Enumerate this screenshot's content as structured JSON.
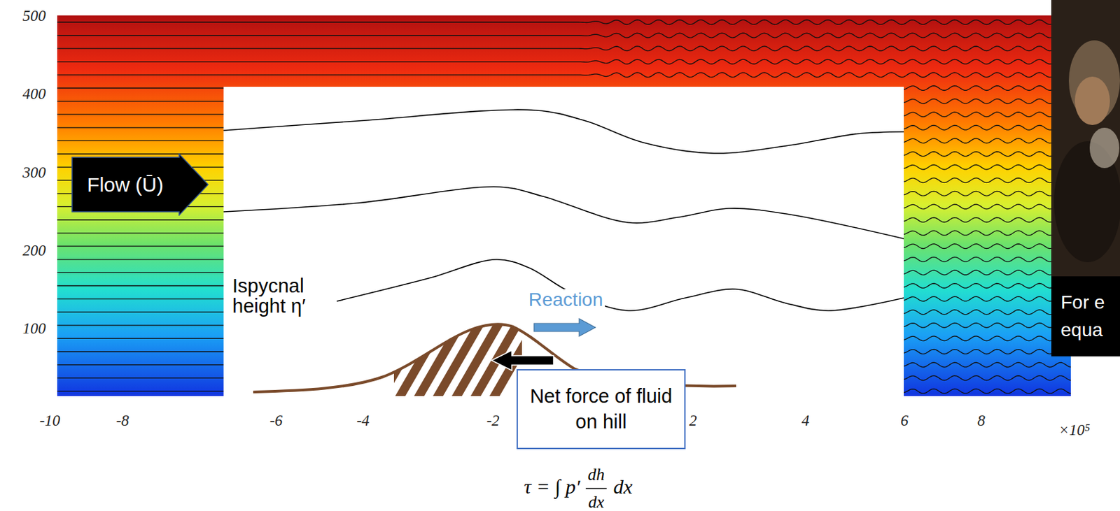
{
  "diagram": {
    "nodes": [
      {
        "text": [
          "Flow (Ū)"
        ]
      },
      {
        "text": [
          "Net force of fluid on hill"
        ]
      },
      {
        "text": [
          "For e",
          "equa"
        ]
      }
    ],
    "labels": [
      "500",
      "400",
      "300",
      "200",
      "100",
      "Ispycnal height η′",
      "Reaction",
      "-10",
      "-8",
      "-6",
      "-4",
      "-2",
      "2",
      "4",
      "6",
      "8",
      "×10⁵",
      "τ = ∫ p′",
      "dh",
      "dx",
      "dx"
    ]
  }
}
